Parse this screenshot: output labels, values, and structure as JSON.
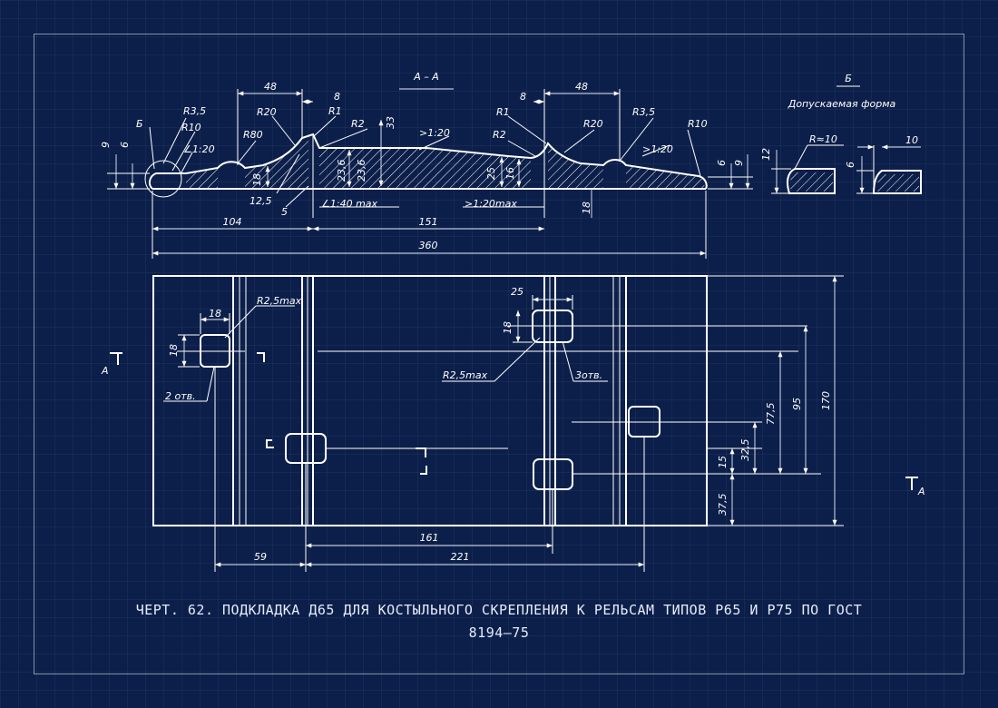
{
  "section": {
    "title": "А – А",
    "callout_b": "Б",
    "radii": {
      "r35_left": "R3,5",
      "r10_left": "R10",
      "r80": "R80",
      "r20_left": "R20",
      "r1_left": "R1",
      "r2_left": "R2",
      "r1_right": "R1",
      "r2_right": "R2",
      "r20_right": "R20",
      "r35_right": "R3,5",
      "r10_right": "R10"
    },
    "slopes": {
      "s120_left": "1:20",
      "s120_top": "1:20",
      "s120_right": "1:20",
      "s140_max": "1:40 max",
      "s120_max": "1:20max"
    },
    "dims": {
      "d48_left": "48",
      "d8_left": "8",
      "d8_right": "8",
      "d48_right": "48",
      "d33": "33",
      "d9_left": "9",
      "d6_left": "6",
      "d18_left": "18",
      "d236_a": "23,6",
      "d236_b": "23,6",
      "d25": "25",
      "d16": "16",
      "d6_right": "6",
      "d9_right": "9",
      "d125": "12,5",
      "d5": "5",
      "d18_right": "18",
      "d104": "104",
      "d151": "151",
      "d360": "360"
    }
  },
  "detail": {
    "title": "Б",
    "subtitle": "Допускаемая форма",
    "r10": "R≈10",
    "d10": "10",
    "d12": "12",
    "d6": "6"
  },
  "plan": {
    "dims": {
      "d18_w": "18",
      "d18_h": "18",
      "r25_left": "R2,5max",
      "holes2": "2 отв.",
      "d25": "25",
      "d18_right": "18",
      "r25_mid": "R2,5max",
      "holes3": "3отв.",
      "d775": "77,5",
      "d95": "95",
      "d170": "170",
      "d325": "32,5",
      "d15": "15",
      "d375": "37,5",
      "d59": "59",
      "d161": "161",
      "d221": "221"
    },
    "section_mark_left": "А",
    "section_mark_right": "А"
  },
  "caption": {
    "line1": "ЧЕРТ. 62.  ПОДКЛАДКА Д65 ДЛЯ КОСТЫЛЬНОГО СКРЕПЛЕНИЯ К РЕЛЬСАМ ТИПОВ Р65 И Р75 ПО ГОСТ",
    "line2": "8194—75"
  }
}
